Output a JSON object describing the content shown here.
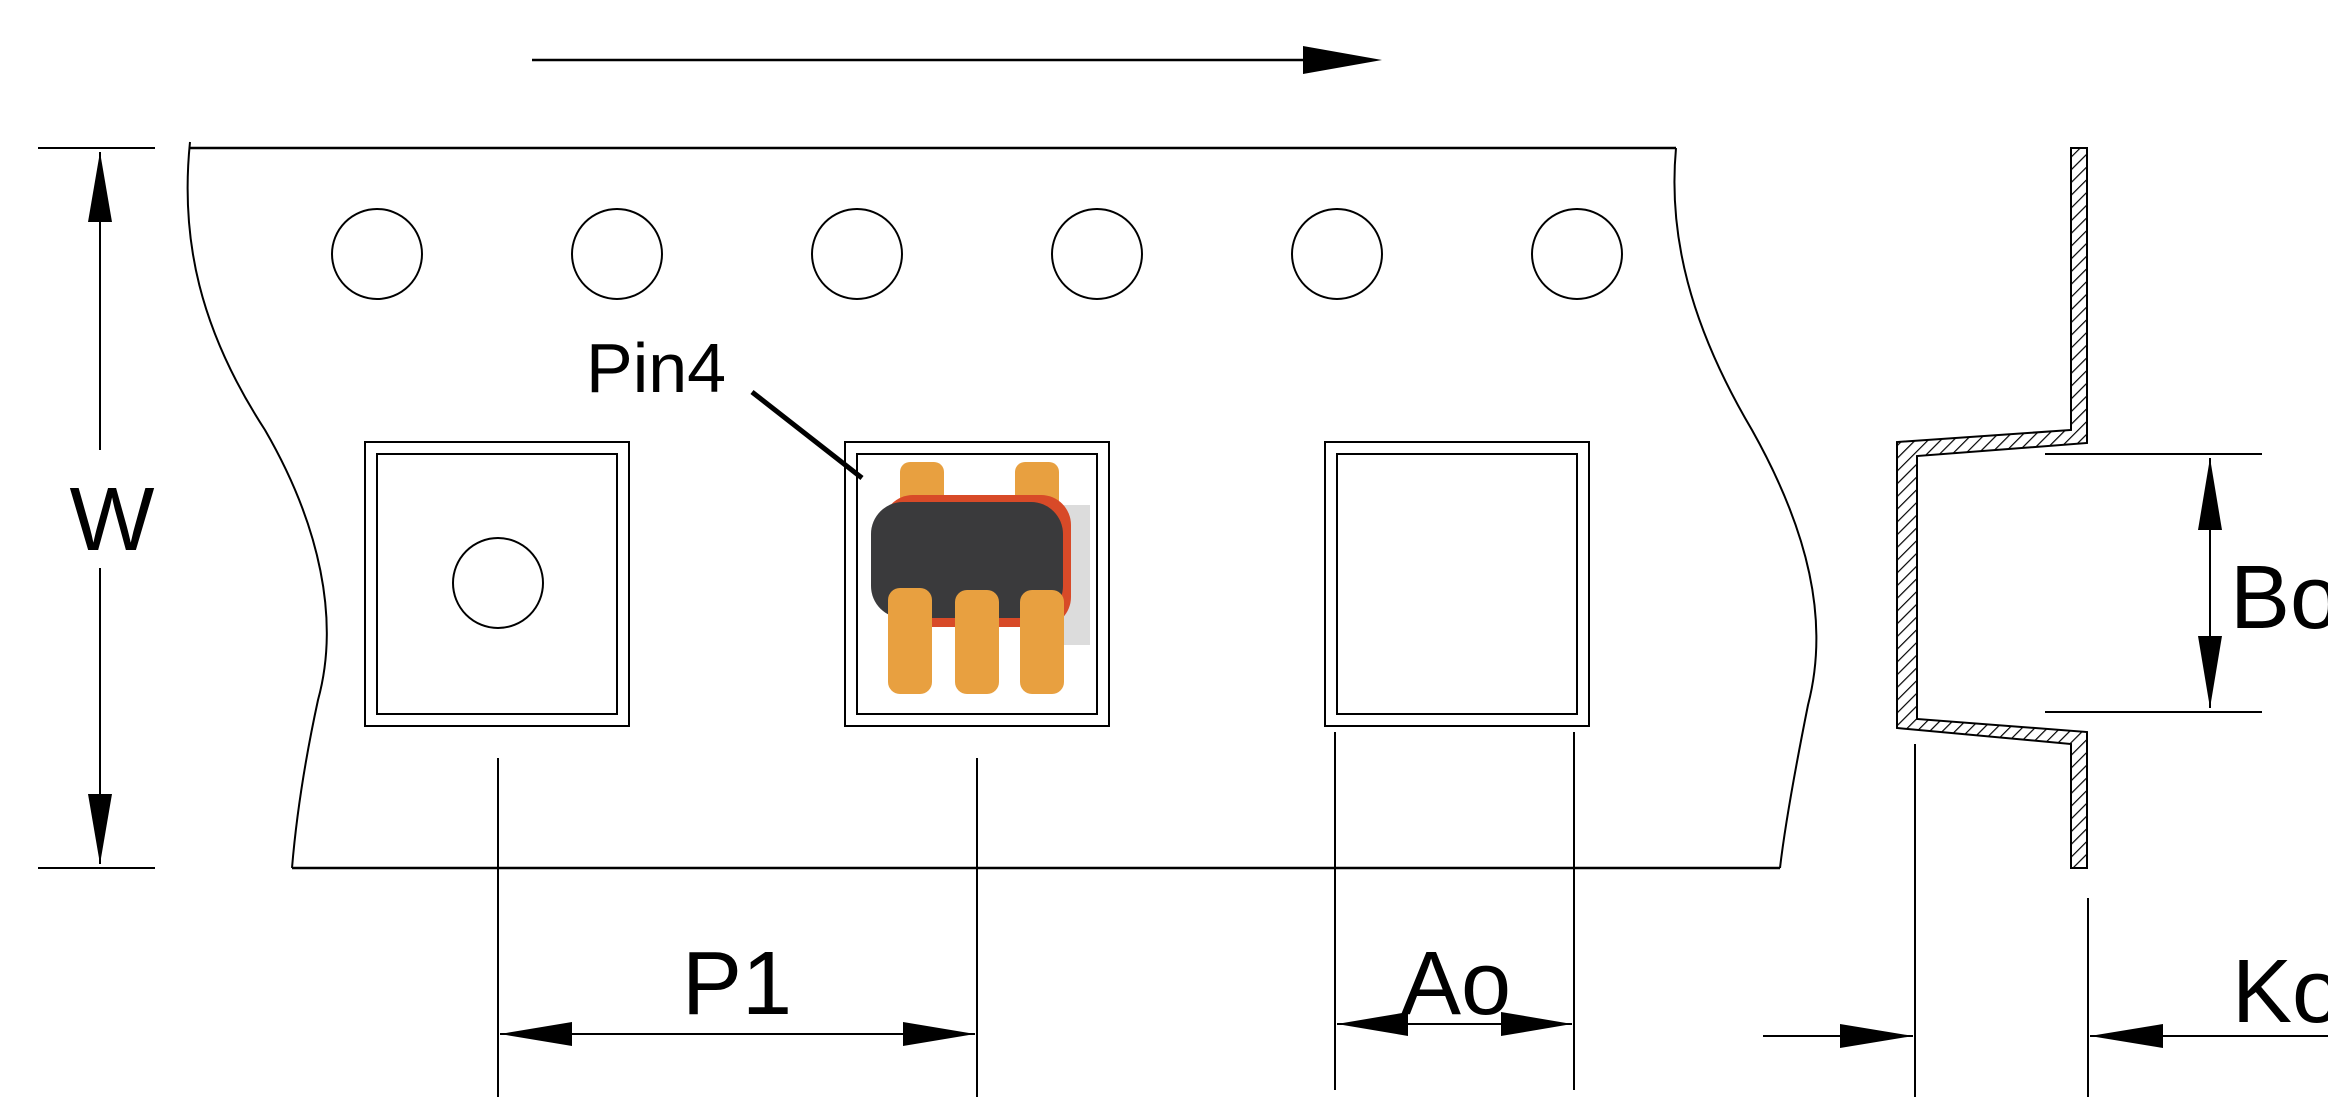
{
  "labels": {
    "pin": "Pin4",
    "width": "W",
    "pitch": "P1",
    "pocket_width": "Ao",
    "pocket_length": "Bo",
    "pocket_depth": "Ko"
  },
  "colors": {
    "line": "#000000",
    "component_body": "#3a3a3c",
    "component_pad": "#e8a040",
    "component_edge": "#d84a28"
  },
  "icons": {
    "feed_direction": "arrow-right-icon"
  }
}
